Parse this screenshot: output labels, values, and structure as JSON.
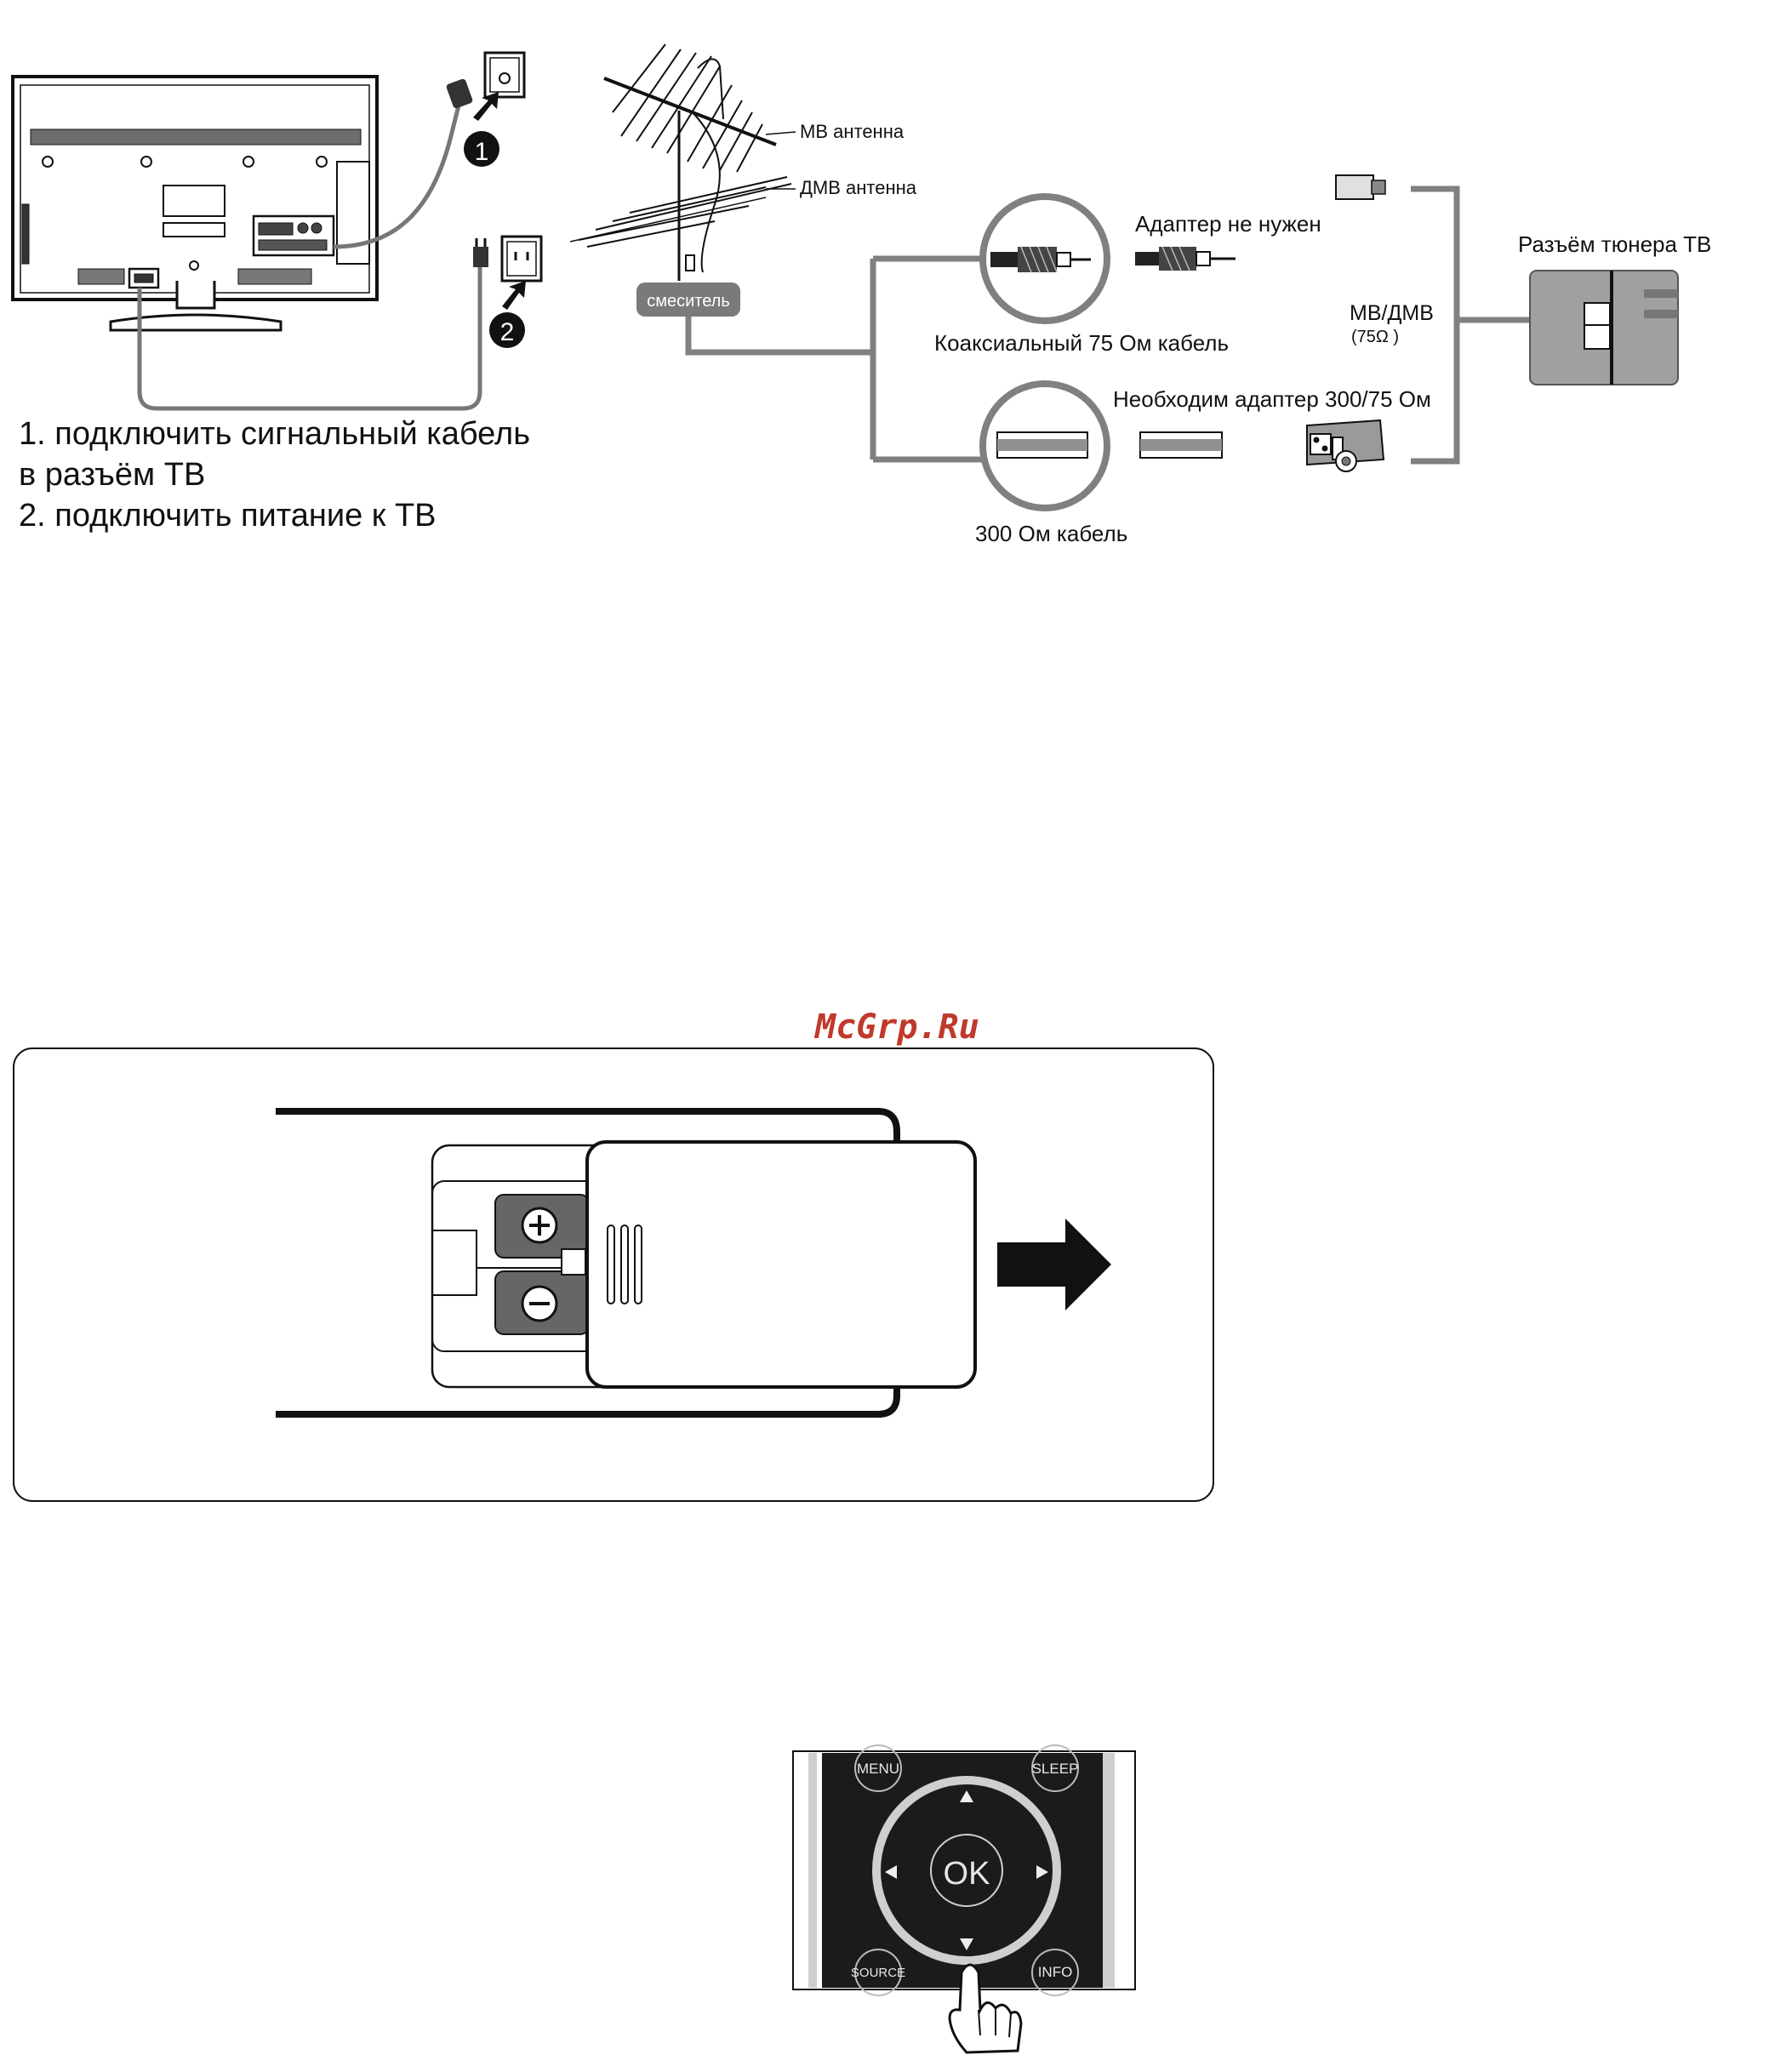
{
  "colors": {
    "ink": "#111111",
    "cable_gray": "#808080",
    "dark_gray": "#555555",
    "badge_fill": "#7a7a7a",
    "watermark_red": "#c0392b",
    "remote_body": "#1b1b1b"
  },
  "antenna_diagram": {
    "vhf_antenna_label": "МВ антенна",
    "uhf_antenna_label": "ДМВ антенна",
    "mixer_label": "смеситель",
    "no_adapter_label": "Адаптер не нужен",
    "coax_cable_label": "Коаксиальный 75 Ом кабель",
    "adapter_needed_label": "Необходим адаптер 300/75 Ом",
    "cable_300_label": "300 Ом кабель",
    "tuner_jack_label": "Разъём тюнера ТВ",
    "vhf_uhf_label": "МВ/ДМВ",
    "impedance_label": "(75Ω )"
  },
  "tv_connection": {
    "step_badges": [
      "1",
      "2"
    ],
    "instructions": [
      "1. подключить сигнальный кабель",
      "в разъём ТВ",
      "2. подключить питание к ТВ"
    ]
  },
  "watermark": "McGrp.Ru",
  "battery_compartment": {
    "plus_symbol_icon": "plus-sign-icon",
    "minus_symbol_icon": "minus-sign-icon",
    "arrow_icon": "arrow-right-icon"
  },
  "remote": {
    "menu_label": "MENU",
    "sleep_label": "SLEEP",
    "ok_label": "OK",
    "source_label": "SOURCE",
    "info_label": "INFO",
    "hand_icon": "pointing-hand-icon"
  }
}
